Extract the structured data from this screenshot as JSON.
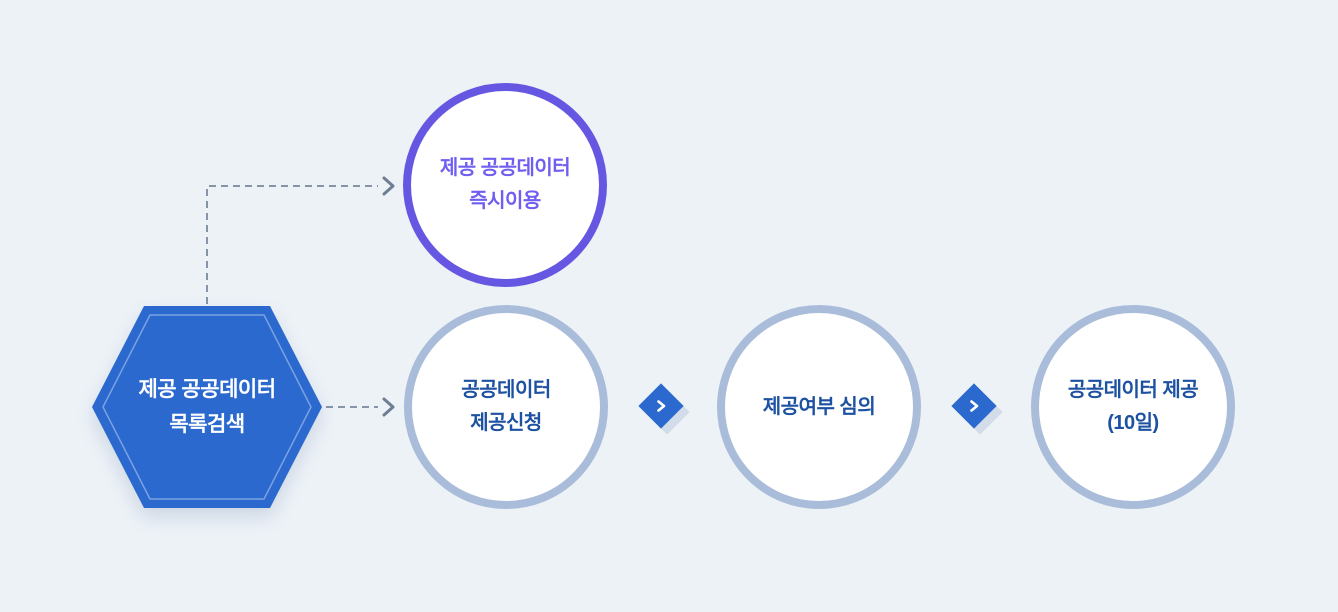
{
  "colors": {
    "background": "#edf2f7",
    "hexagon_fill": "#2b69cf",
    "highlight_purple": "#6657e2",
    "highlight_text": "#6f5ef0",
    "step_circle_border": "#a9bcd9",
    "step_text": "#1d51a1",
    "diamond_fill": "#2b69cf",
    "diamond_shadow": "#d3dce9",
    "dashed_line": "#8694a8",
    "arrowhead": "#6e7d93"
  },
  "hexagon": {
    "line1": "제공 공공데이터",
    "line2": "목록검색"
  },
  "instant_node": {
    "line1": "제공 공공데이터",
    "line2": "즉시이용"
  },
  "steps": [
    {
      "line1": "공공데이터",
      "line2": "제공신청"
    },
    {
      "line1": "제공여부 심의"
    },
    {
      "line1": "공공데이터 제공",
      "line2": "(10일)"
    }
  ]
}
